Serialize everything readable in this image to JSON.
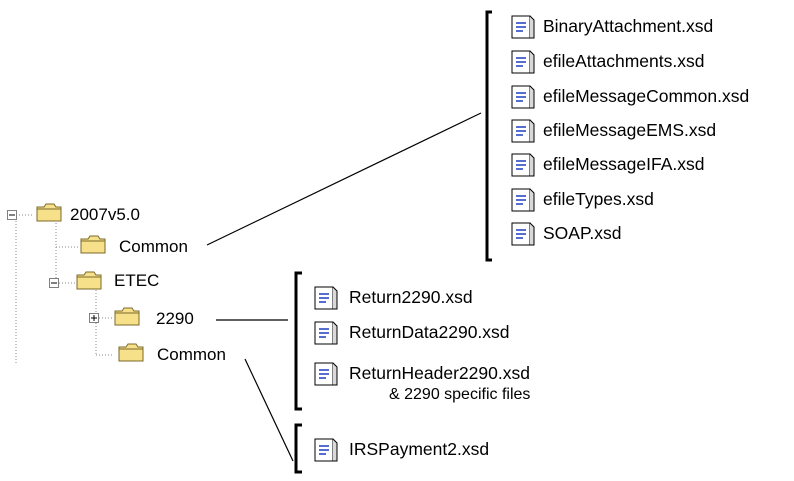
{
  "tree": {
    "root": {
      "label": "2007v5.0",
      "expander": "minus-icon",
      "icon": "folder-icon"
    },
    "common": {
      "label": "Common",
      "icon": "folder-icon"
    },
    "etec": {
      "label": "ETEC",
      "expander": "minus-icon",
      "icon": "folder-icon"
    },
    "etec_2290": {
      "label": "2290",
      "expander": "plus-icon",
      "icon": "folder-icon"
    },
    "etec_common": {
      "label": "Common",
      "icon": "folder-icon"
    }
  },
  "groups": {
    "common_files": [
      "BinaryAttachment.xsd",
      "efileAttachments.xsd",
      "efileMessageCommon.xsd",
      "efileMessageEMS.xsd",
      "efileMessageIFA.xsd",
      "efileTypes.xsd",
      "SOAP.xsd"
    ],
    "files_2290": [
      "Return2290.xsd",
      "ReturnData2290.xsd",
      "ReturnHeader2290.xsd"
    ],
    "files_2290_note": "& 2290 specific files",
    "etec_common_files": [
      "IRSPayment2.xsd"
    ]
  },
  "colors": {
    "folder_fill": "#f7e08a",
    "folder_outline": "#7a6a2a",
    "tree_dots": "#8a8a8a",
    "doc_border": "#000000",
    "doc_accent": "#1f3fbf"
  }
}
